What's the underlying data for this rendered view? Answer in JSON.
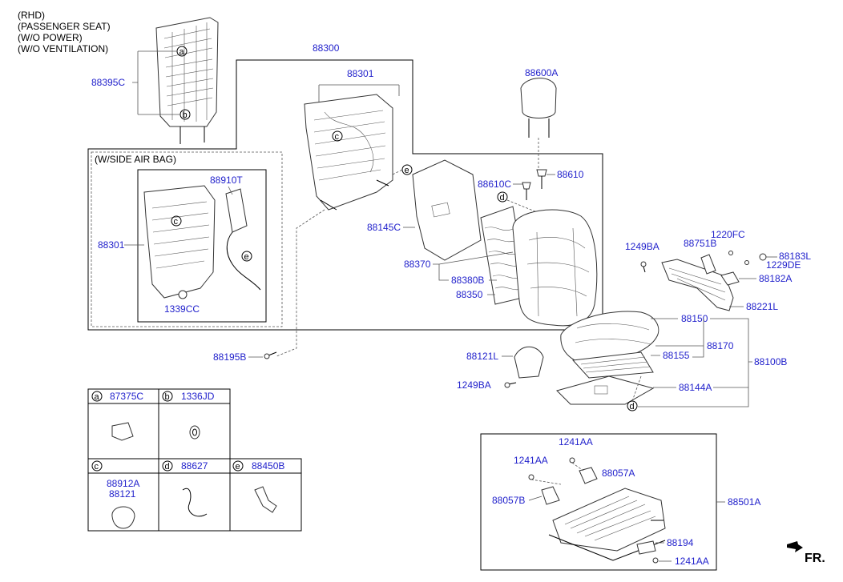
{
  "notes": [
    "(RHD)",
    "(PASSENGER SEAT)",
    "(W/O POWER)",
    "(W/O VENTILATION)"
  ],
  "airbag_box_title": "(W/SIDE AIR BAG)",
  "callout_letters": {
    "a": "a",
    "b": "b",
    "c": "c",
    "d": "d",
    "e": "e"
  },
  "parts": {
    "p88395C": "88395C",
    "p88300": "88300",
    "p88301_top": "88301",
    "p88600A": "88600A",
    "p88910T": "88910T",
    "p88301_box": "88301",
    "p1339CC": "1339CC",
    "p88610C": "88610C",
    "p88610": "88610",
    "p88145C": "88145C",
    "p88370": "88370",
    "p88380B": "88380B",
    "p88350": "88350",
    "p1249BA_right": "1249BA",
    "p1220FC": "1220FC",
    "p88751B": "88751B",
    "p88183L": "88183L",
    "p1229DE": "1229DE",
    "p88182A": "88182A",
    "p88221L": "88221L",
    "p88150": "88150",
    "p88170": "88170",
    "p88155": "88155",
    "p88121L": "88121L",
    "p88100B": "88100B",
    "p1249BA_low": "1249BA",
    "p88144A": "88144A",
    "p88195B": "88195B",
    "p1241AA_top": "1241AA",
    "p1241AA_mid": "1241AA",
    "p88057A": "88057A",
    "p88057B": "88057B",
    "p88501A": "88501A",
    "p88194": "88194",
    "p1241AA_bot": "1241AA"
  },
  "legend": {
    "a": "87375C",
    "b": "1336JD",
    "c_line1": "88912A",
    "c_line2": "88121",
    "d": "88627",
    "e": "88450B"
  },
  "direction_label": "FR."
}
